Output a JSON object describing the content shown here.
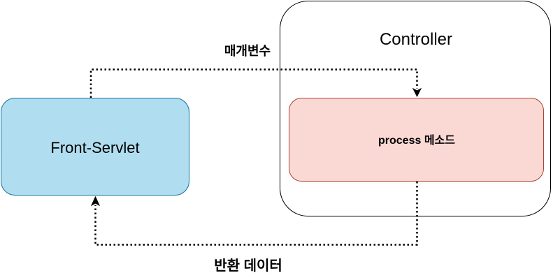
{
  "nodes": {
    "front_servlet": {
      "label": "Front-Servlet",
      "fill": "#b1ddf0",
      "stroke": "#10739e"
    },
    "controller": {
      "label": "Controller",
      "fill": "#ffffff",
      "stroke": "#000000"
    },
    "process_method": {
      "label": "process 메소드",
      "fill": "#fad9d5",
      "stroke": "#ae4132"
    }
  },
  "edges": {
    "params": {
      "label": "매개변수",
      "from": "Front-Servlet",
      "to": "process 메소드",
      "style": "dotted"
    },
    "return_data": {
      "label": "반환 데이터",
      "from": "process 메소드",
      "to": "Front-Servlet",
      "style": "dotted"
    }
  }
}
